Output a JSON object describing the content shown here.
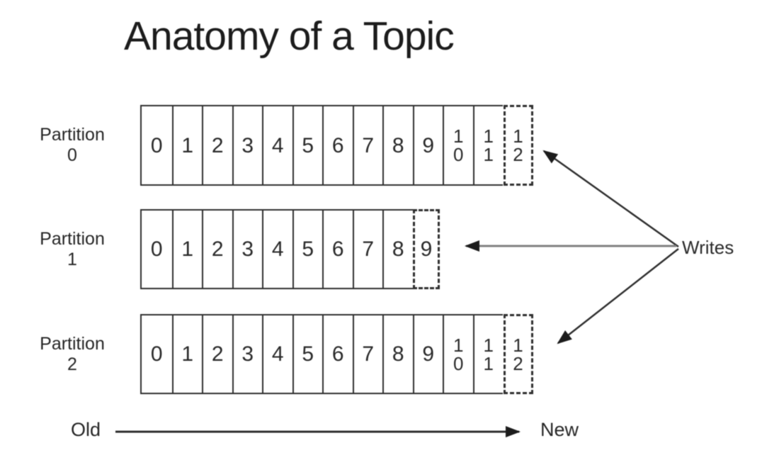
{
  "title": "Anatomy of a Topic",
  "partitions": [
    {
      "name": "Partition",
      "number": "0",
      "offsets": [
        "0",
        "1",
        "2",
        "3",
        "4",
        "5",
        "6",
        "7",
        "8",
        "9",
        "10",
        "11"
      ],
      "next_offset": "12",
      "separator": "dashed"
    },
    {
      "name": "Partition",
      "number": "1",
      "offsets": [
        "0",
        "1",
        "2",
        "3",
        "4",
        "5",
        "6",
        "7",
        "8"
      ],
      "next_offset": "9",
      "separator": "solid"
    },
    {
      "name": "Partition",
      "number": "2",
      "offsets": [
        "0",
        "1",
        "2",
        "3",
        "4",
        "5",
        "6",
        "7",
        "8",
        "9",
        "10",
        "11"
      ],
      "next_offset": "12",
      "separator": "dashed"
    }
  ],
  "writes_label": "Writes",
  "axis": {
    "old_label": "Old",
    "new_label": "New"
  },
  "colors": {
    "ink": "#1c1c1c",
    "line": "#2f2f2f",
    "writes_line": "#828282",
    "background": "#ffffff"
  }
}
